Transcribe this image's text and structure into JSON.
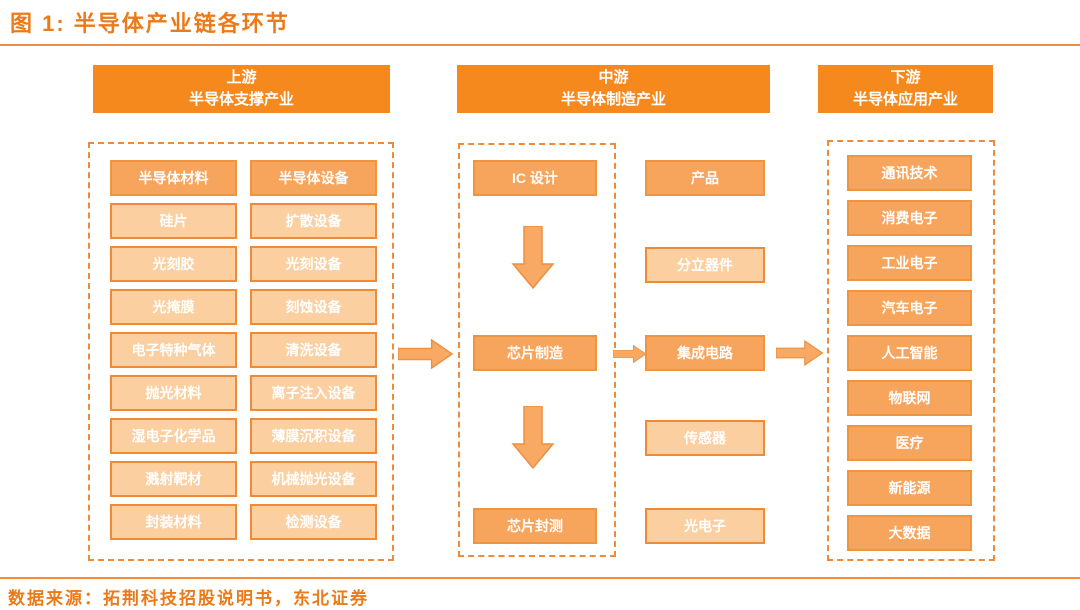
{
  "figure": {
    "title": "图 1:  半导体产业链各环节",
    "source": "数据来源：拓荆科技招股说明书，东北证券"
  },
  "upstream": {
    "header": [
      "上游",
      "半导体支撑产业"
    ],
    "materials": [
      "半导体材料",
      "硅片",
      "光刻胶",
      "光掩膜",
      "电子特种气体",
      "抛光材料",
      "湿电子化学品",
      "溅射靶材",
      "封装材料"
    ],
    "equipment": [
      "半导体设备",
      "扩散设备",
      "光刻设备",
      "刻蚀设备",
      "清洗设备",
      "离子注入设备",
      "薄膜沉积设备",
      "机械抛光设备",
      "检测设备"
    ]
  },
  "midstream": {
    "header": [
      "中游",
      "半导体制造产业"
    ],
    "steps": [
      "IC 设计",
      "芯片制造",
      "芯片封测"
    ],
    "products_header": "产品",
    "products": [
      "分立器件",
      "集成电路",
      "传感器",
      "光电子"
    ]
  },
  "downstream": {
    "header": [
      "下游",
      "半导体应用产业"
    ],
    "applications": [
      "通讯技术",
      "消费电子",
      "工业电子",
      "汽车电子",
      "人工智能",
      "物联网",
      "医疗",
      "新能源",
      "大数据"
    ]
  },
  "colors": {
    "title_orange": "#EC7A18",
    "header_fill": "#F6891D",
    "node_fill_dark": "#F7A45C",
    "node_fill_light": "#FBCFA0",
    "node_border": "#F08A36",
    "arrow_fill": "#F8A963",
    "divider": "#EE8B45",
    "text_on_node": "#FFFFFF"
  }
}
